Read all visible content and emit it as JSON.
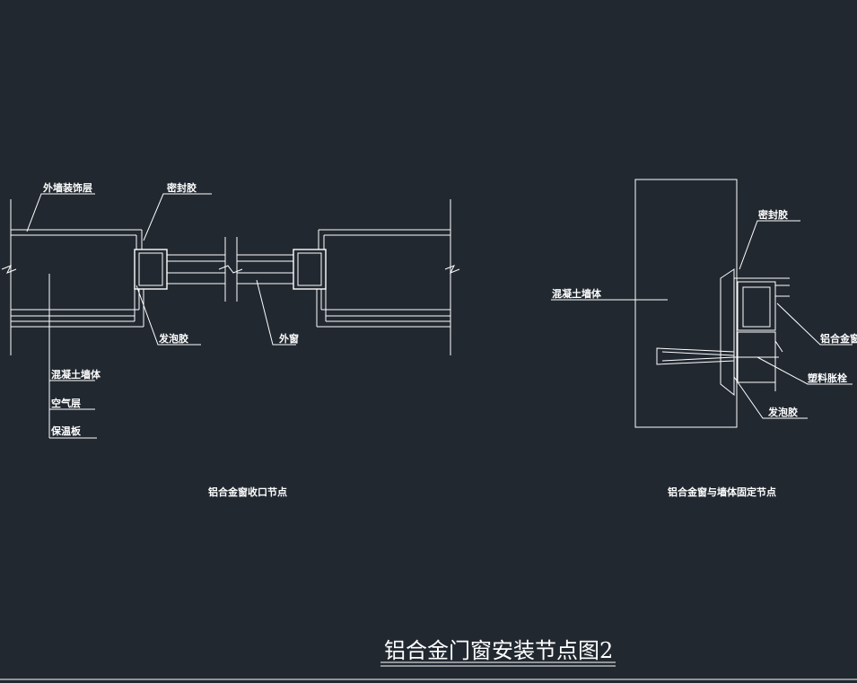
{
  "drawing_title": "铝合金门窗安装节点图2",
  "left_detail": {
    "caption": "铝合金窗收口节点",
    "labels": {
      "finish_layer": "外墙装饰层",
      "sealant": "密封胶",
      "foam": "发泡胶",
      "outer_window": "外窗",
      "concrete_wall": "混凝土墙体",
      "air_layer": "空气层",
      "insulation": "保温板"
    }
  },
  "right_detail": {
    "caption": "铝合金窗与墙体固定节点",
    "labels": {
      "sealant": "密封胶",
      "concrete_wall": "混凝土墙体",
      "alu_window": "铝合金窗",
      "plastic_plug": "塑料胀栓",
      "foam": "发泡胶"
    }
  },
  "colors": {
    "background": "#212830",
    "linework": "#ffffff"
  }
}
